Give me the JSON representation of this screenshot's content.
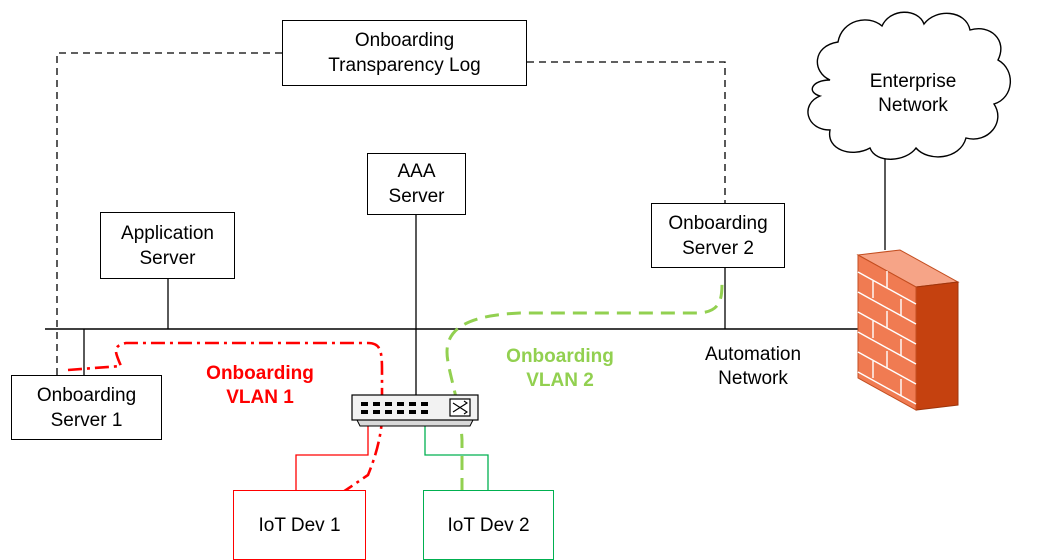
{
  "nodes": {
    "transparency_log": "Onboarding\nTransparency Log",
    "aaa_server": "AAA\nServer",
    "application_server": "Application\nServer",
    "onboarding_server_2": "Onboarding\nServer 2",
    "onboarding_server_1": "Onboarding\nServer 1",
    "iot_dev_1": "IoT Dev 1",
    "iot_dev_2": "IoT Dev 2",
    "enterprise_network": "Enterprise\nNetwork"
  },
  "labels": {
    "automation_network": "Automation\nNetwork",
    "vlan1": "Onboarding\nVLAN 1",
    "vlan2": "Onboarding\nVLAN 2"
  },
  "colors": {
    "vlan1": "#ff0000",
    "vlan2": "#92d050",
    "iot_dev_1_border": "#ff0000",
    "iot_dev_2_border": "#00b050",
    "firewall": "#f07b52"
  },
  "icons": [
    "cloud-icon",
    "firewall-icon",
    "network-switch-icon"
  ]
}
